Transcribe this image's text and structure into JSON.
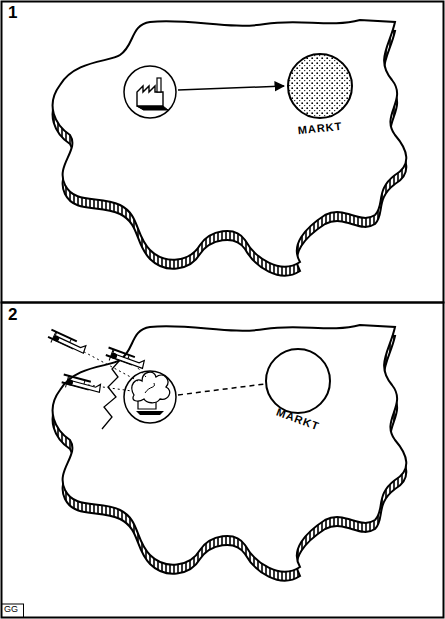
{
  "diagram": {
    "nodes": [
      {
        "text": [
          "MARKT"
        ]
      },
      {
        "text": [
          "MARKT"
        ]
      }
    ],
    "labels": [
      "1",
      "2",
      "GG"
    ]
  }
}
